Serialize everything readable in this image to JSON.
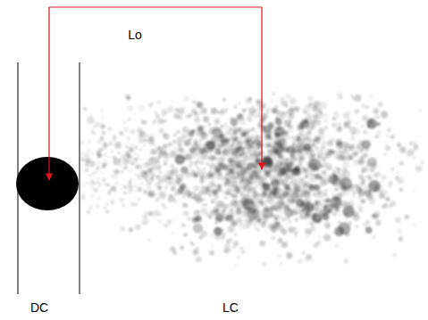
{
  "diagram": {
    "labels": [
      "Lo",
      "DC",
      "LC"
    ]
  }
}
